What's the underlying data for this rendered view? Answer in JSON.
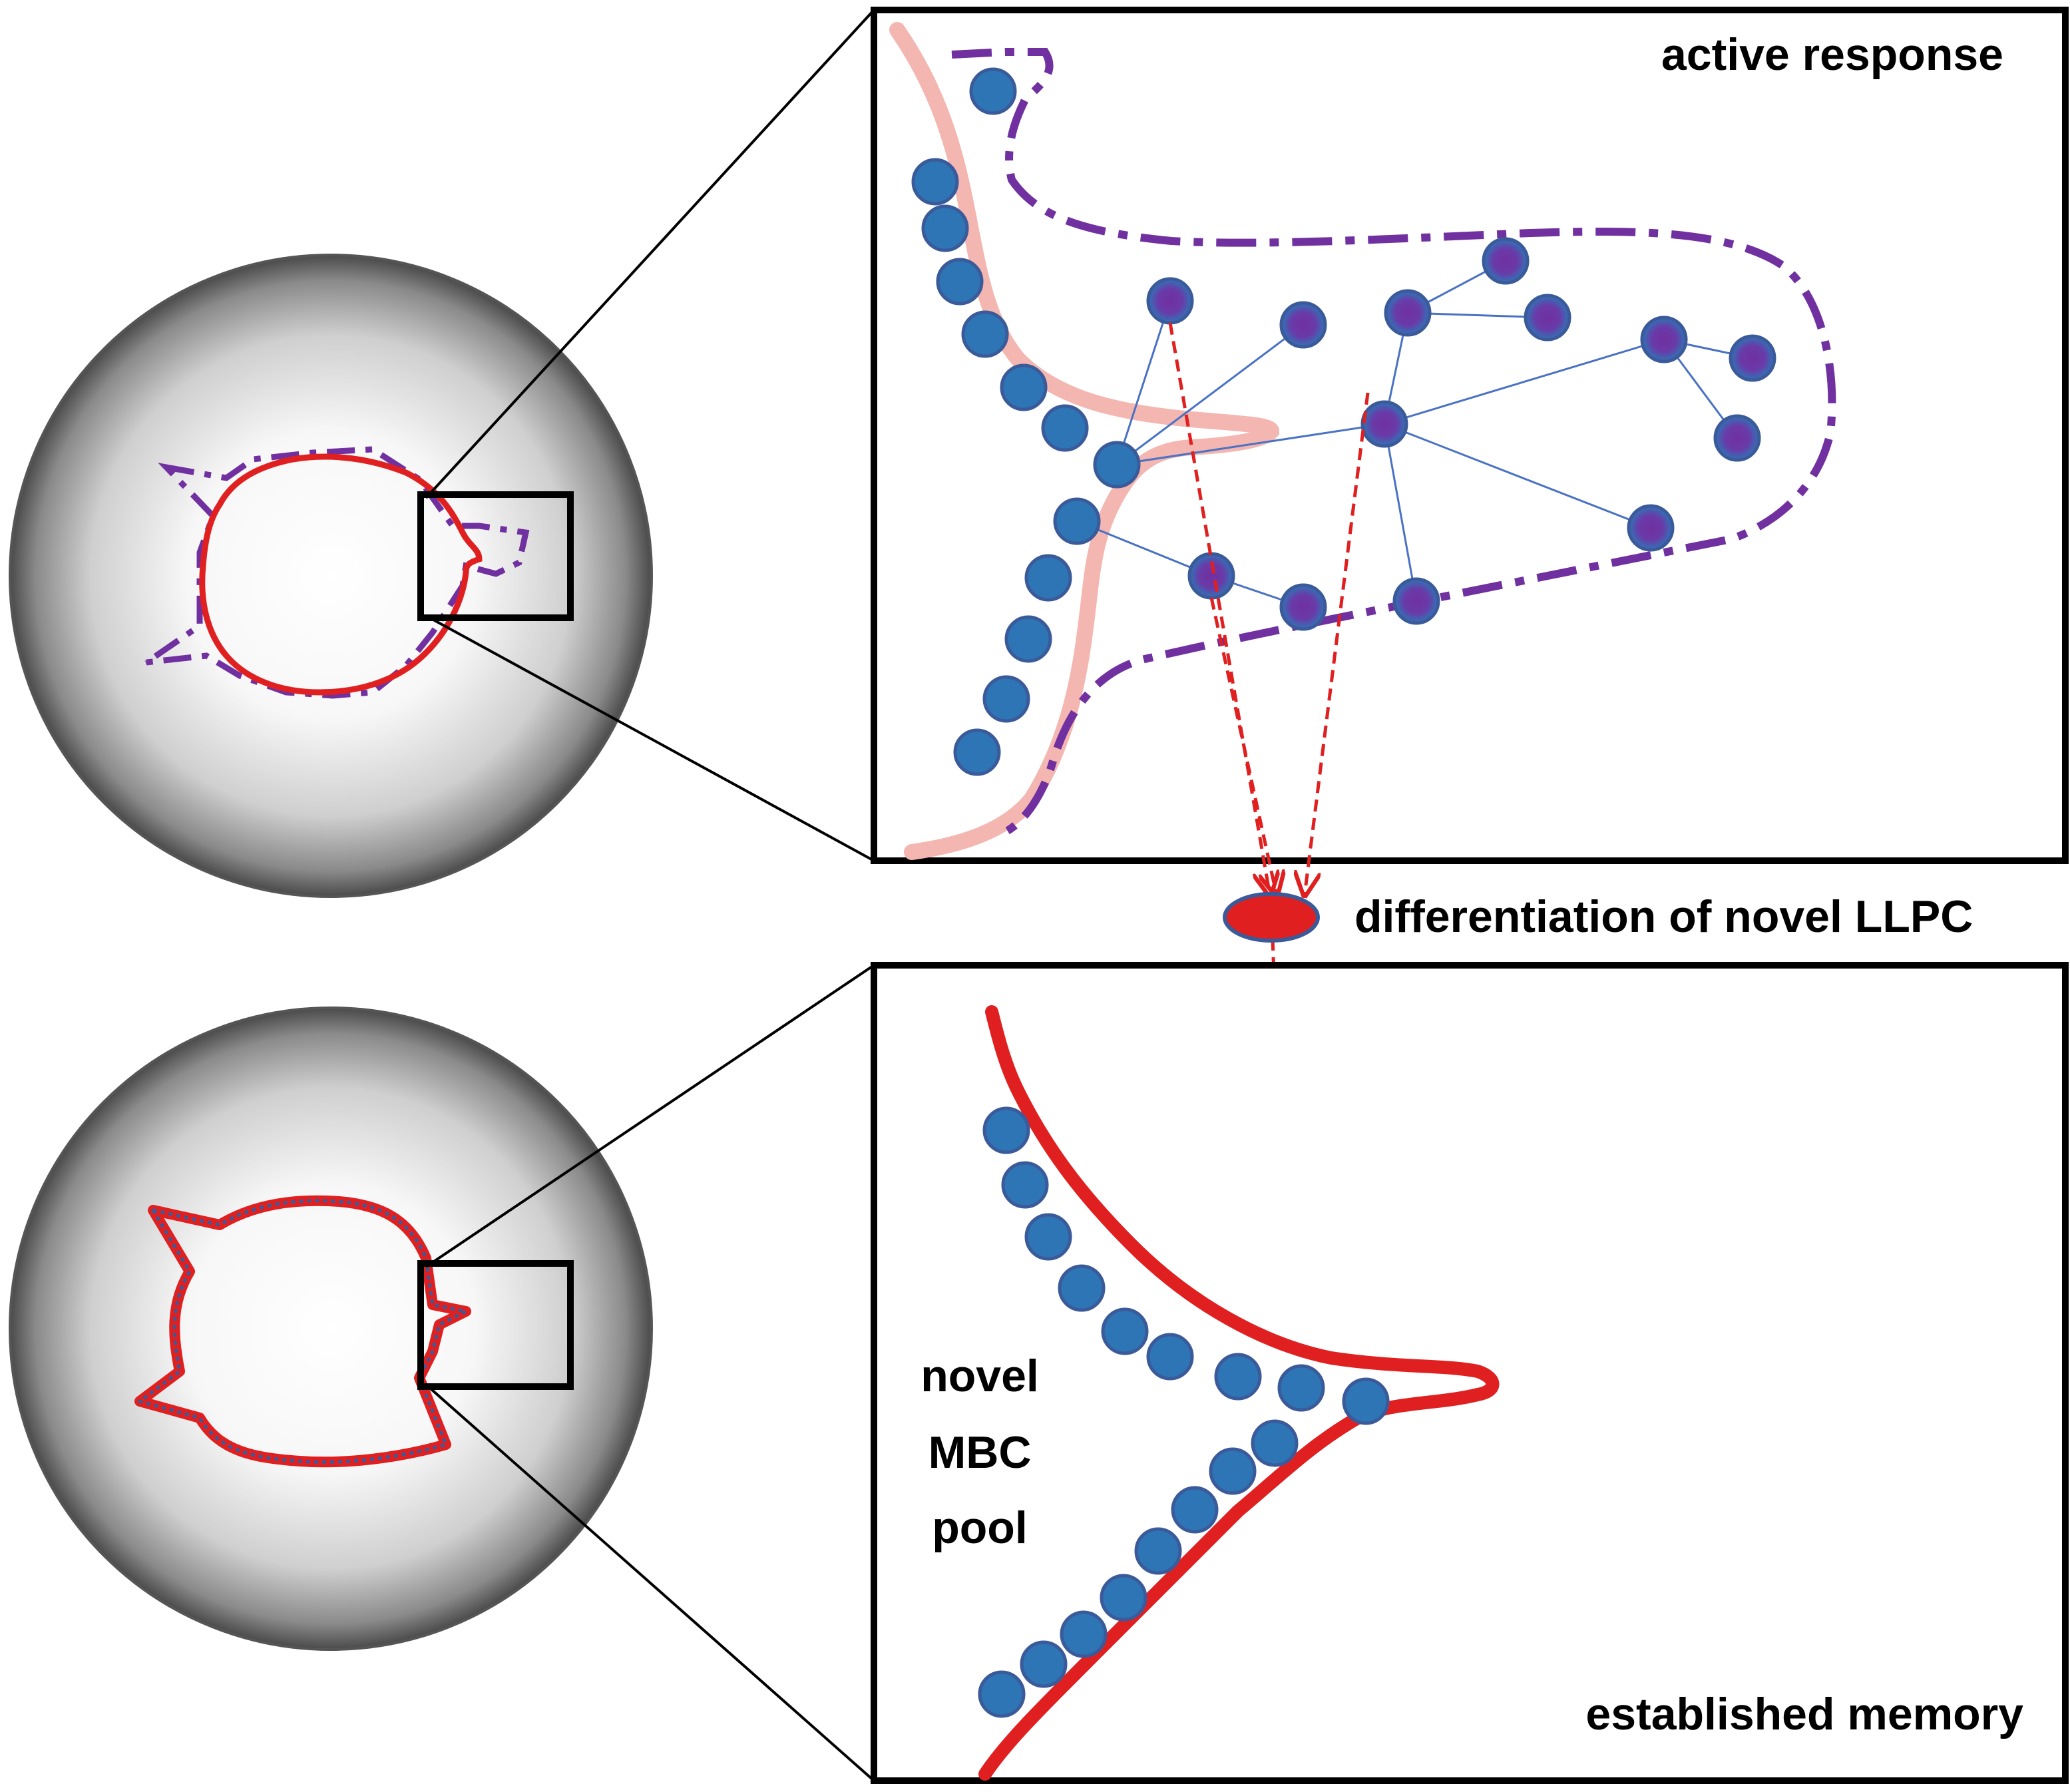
{
  "labels": {
    "active_response": "active response",
    "differentiation": "differentiation of novel LLPC",
    "established_memory": "established memory",
    "novel_mbc_pool": [
      "novel",
      "MBC",
      "pool"
    ]
  },
  "colors": {
    "mbc_cell": "#2e75b6",
    "mbc_cell_border": "#3a5a9a",
    "gc_b_cell": "#7030a0",
    "network_line": "#4a72c4",
    "gc_boundary": "#7030a0",
    "follicle_boundary_active": "#f4b6b0",
    "memory_boundary": "#e02020",
    "llpc_cell": "#e02020",
    "arrow": "#e02020",
    "sphere_center": "#ffffff",
    "sphere_edge": "#444444"
  },
  "icons": {
    "mbc": "blue-circle-cell",
    "gc_b_cell": "blue-circle-purple-center-cell",
    "llpc": "red-ellipse-cell"
  }
}
